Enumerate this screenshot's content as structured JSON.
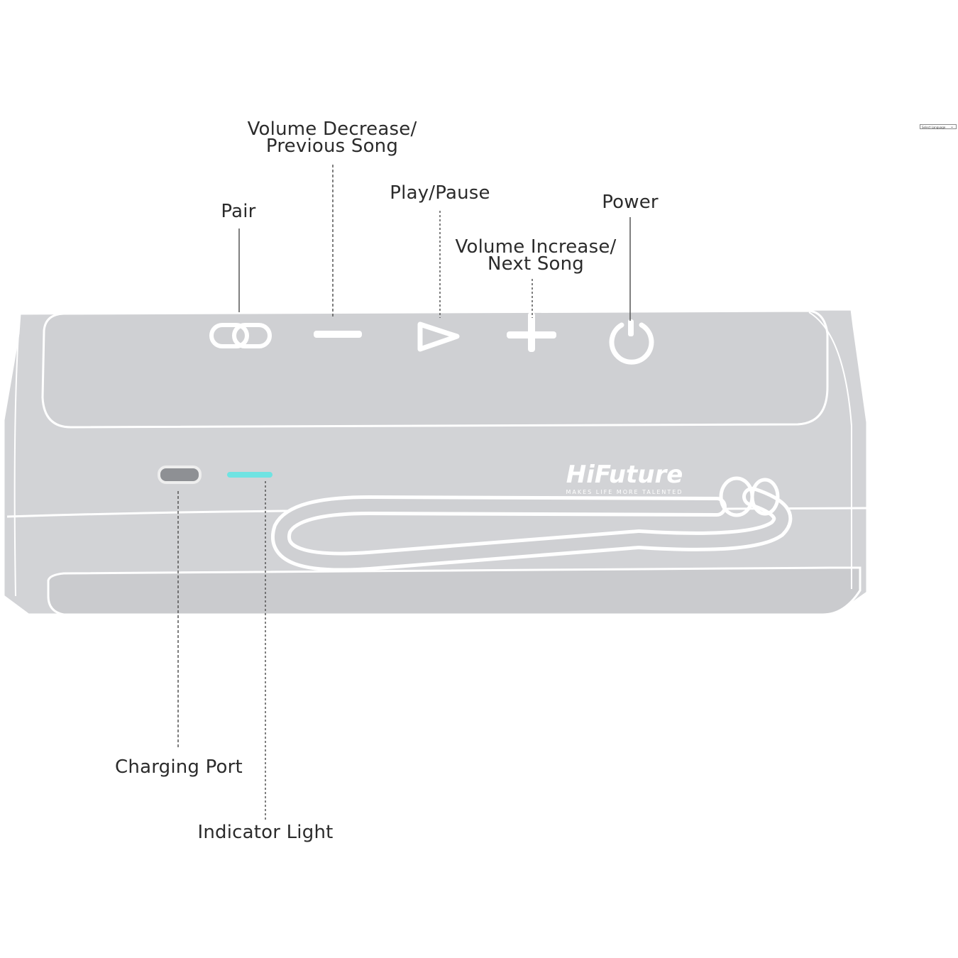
{
  "labels": {
    "pair": "Pair",
    "volume_decrease_line1": "Volume Decrease/",
    "volume_decrease_line2": "Previous Song",
    "play_pause": "Play/Pause",
    "power": "Power",
    "volume_increase_line1": "Volume Increase/",
    "volume_increase_line2": "Next Song",
    "charging_port": "Charging Port",
    "indicator_light": "Indicator Light"
  },
  "device": {
    "brand": "HiFuture",
    "tagline": "MAKES LIFE MORE TALENTED",
    "body_color": "#d2d3d6",
    "outline_color": "#ffffff",
    "indicator_color": "#6fe3e2"
  },
  "language_select": {
    "value": "Select Language"
  },
  "icons": [
    "link-icon",
    "minus-icon",
    "play-icon",
    "plus-icon",
    "power-icon"
  ]
}
